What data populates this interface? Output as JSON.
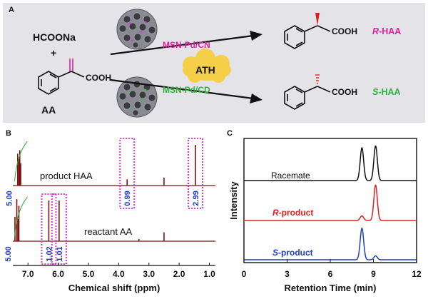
{
  "colors": {
    "r_product": "#e0209f",
    "s_product": "#2fb03c",
    "nmr_trace": "#7a1010",
    "integral_box": "#d43cd4",
    "integral_text": "#1f3fbf",
    "racemate_trace": "#111111",
    "r_trace": "#e02020",
    "s_trace": "#1f3fbf",
    "panel_a_bg": "#e4e4e8",
    "ath_cloud": "#f5cf47"
  },
  "panel_a": {
    "letter": "A",
    "reagent": "HCOONa",
    "plus": "+",
    "substrate_group": "COOH",
    "substrate_abbr": "AA",
    "catalyst_r": "MSN-Pd/CN",
    "catalyst_s": "MSN-Pd/CD",
    "process": "ATH",
    "product_group_r": "COOH",
    "product_group_s": "COOH",
    "product_r_prefix": "R",
    "product_r_suffix": "-HAA",
    "product_s_prefix": "S",
    "product_s_suffix": "-HAA",
    "icons": [
      "mesoporous-silica-sphere-icon",
      "benzene-ring-icon",
      "reaction-arrow-icon",
      "cloud-icon"
    ]
  },
  "panel_b": {
    "letter": "B",
    "xlabel": "Chemical shift (ppm)",
    "spectrum_top_label": "product HAA",
    "spectrum_bottom_label": "reactant AA",
    "chart_data": {
      "type": "line",
      "title": "",
      "xlabel": "Chemical shift (ppm)",
      "ylabel": "",
      "xlim": [
        7.5,
        0.8
      ],
      "x_reversed": true,
      "xticks": [
        "7.0",
        "6.0",
        "5.0",
        "4.0",
        "3.0",
        "2.0",
        "1.0"
      ],
      "series": [
        {
          "name": "product HAA",
          "peaks_ppm": [
            7.34,
            7.3,
            7.27,
            7.24,
            3.72,
            2.5,
            1.46
          ],
          "peaks_height": [
            0.72,
            0.6,
            0.8,
            0.5,
            0.14,
            0.18,
            0.92
          ],
          "integrals": [
            {
              "ppm": 7.3,
              "value": "5.00"
            },
            {
              "ppm": 3.72,
              "value": "0.99"
            },
            {
              "ppm": 1.46,
              "value": "2.99"
            }
          ]
        },
        {
          "name": "reactant AA",
          "peaks_ppm": [
            7.43,
            7.37,
            7.33,
            7.3,
            6.31,
            5.97,
            3.33,
            2.5
          ],
          "peaks_height": [
            0.55,
            0.95,
            0.5,
            0.8,
            0.92,
            0.92,
            0.05,
            0.2
          ],
          "integrals": [
            {
              "ppm": 7.33,
              "value": "5.00"
            },
            {
              "ppm": 6.31,
              "value": "1.02"
            },
            {
              "ppm": 5.97,
              "value": "1.01"
            }
          ]
        }
      ]
    }
  },
  "panel_c": {
    "letter": "C",
    "xlabel": "Retention Time (min)",
    "ylabel": "Intensity",
    "trace_racemate": "Racemate",
    "trace_r_prefix": "R",
    "trace_r_suffix": "-product",
    "trace_s_prefix": "S",
    "trace_s_suffix": "-product",
    "chart_data": {
      "type": "line",
      "title": "",
      "xlabel": "Retention Time (min)",
      "ylabel": "Intensity",
      "xlim": [
        0,
        12
      ],
      "xticks": [
        "0",
        "3",
        "6",
        "9",
        "12"
      ],
      "series": [
        {
          "name": "Racemate",
          "peaks": [
            {
              "t": 8.2,
              "h": 0.85
            },
            {
              "t": 9.15,
              "h": 0.9
            }
          ]
        },
        {
          "name": "R-product",
          "peaks": [
            {
              "t": 8.2,
              "h": 0.12
            },
            {
              "t": 9.15,
              "h": 0.92
            }
          ]
        },
        {
          "name": "S-product",
          "peaks": [
            {
              "t": 8.2,
              "h": 0.82
            },
            {
              "t": 9.15,
              "h": 0.1
            }
          ]
        }
      ]
    }
  }
}
